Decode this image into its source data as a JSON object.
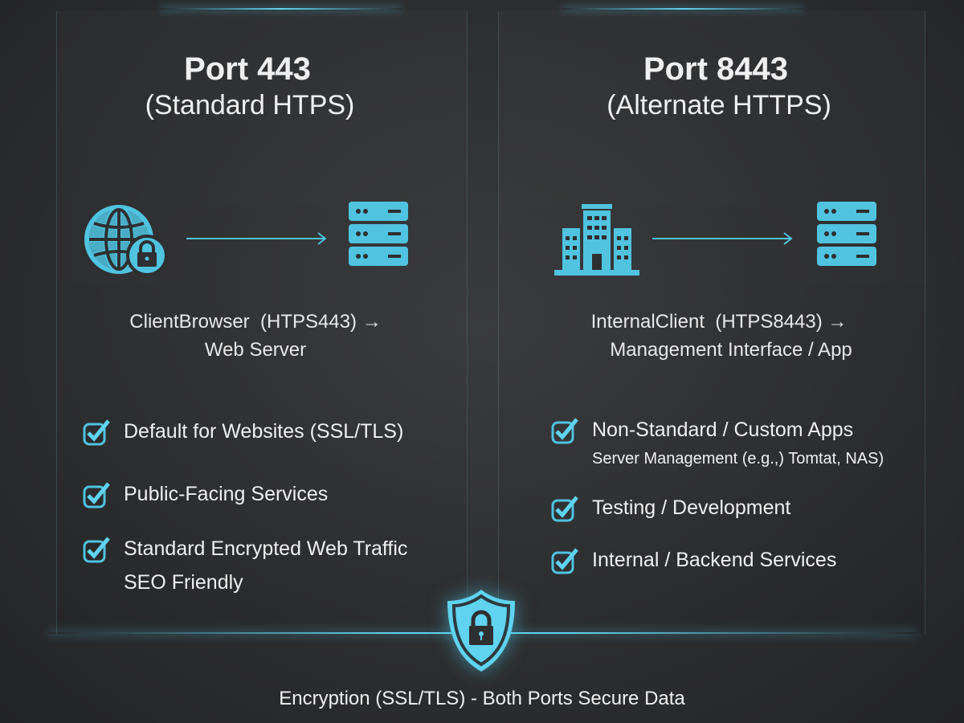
{
  "colors": {
    "accent": "#4fc3e0",
    "background": "#2e2f31",
    "text": "#f0f0f0"
  },
  "left": {
    "title": "Port 443",
    "subtitle": "(Standard HTPS)",
    "flow_line1": "ClientBrowser  (HTPS443) →",
    "flow_line2": "Web Server",
    "icons": [
      "globe-lock-icon",
      "arrow-right-icon",
      "server-icon"
    ],
    "items": [
      {
        "text": "Default for Websites (SSL/TLS)"
      },
      {
        "text": "Public-Facing Services"
      },
      {
        "text": "Standard Encrypted Web Traffic",
        "extra": "SEO Friendly"
      }
    ]
  },
  "right": {
    "title": "Port 8443",
    "subtitle": "(Alternate HTTPS)",
    "flow_line1": "InternalClient  (HTPS8443) →",
    "flow_line2": "Management Interface / App",
    "icons": [
      "building-icon",
      "arrow-right-icon",
      "server-icon"
    ],
    "items": [
      {
        "text": "Non-Standard / Custom Apps",
        "extra": "Server Management (e.g.,) Tomtat, NAS)"
      },
      {
        "text": "Testing / Development"
      },
      {
        "text": "Internal / Backend Services"
      }
    ]
  },
  "footer": {
    "text": "Encryption (SSL/TLS) - Both Ports Secure Data",
    "icon": "shield-lock-icon"
  }
}
